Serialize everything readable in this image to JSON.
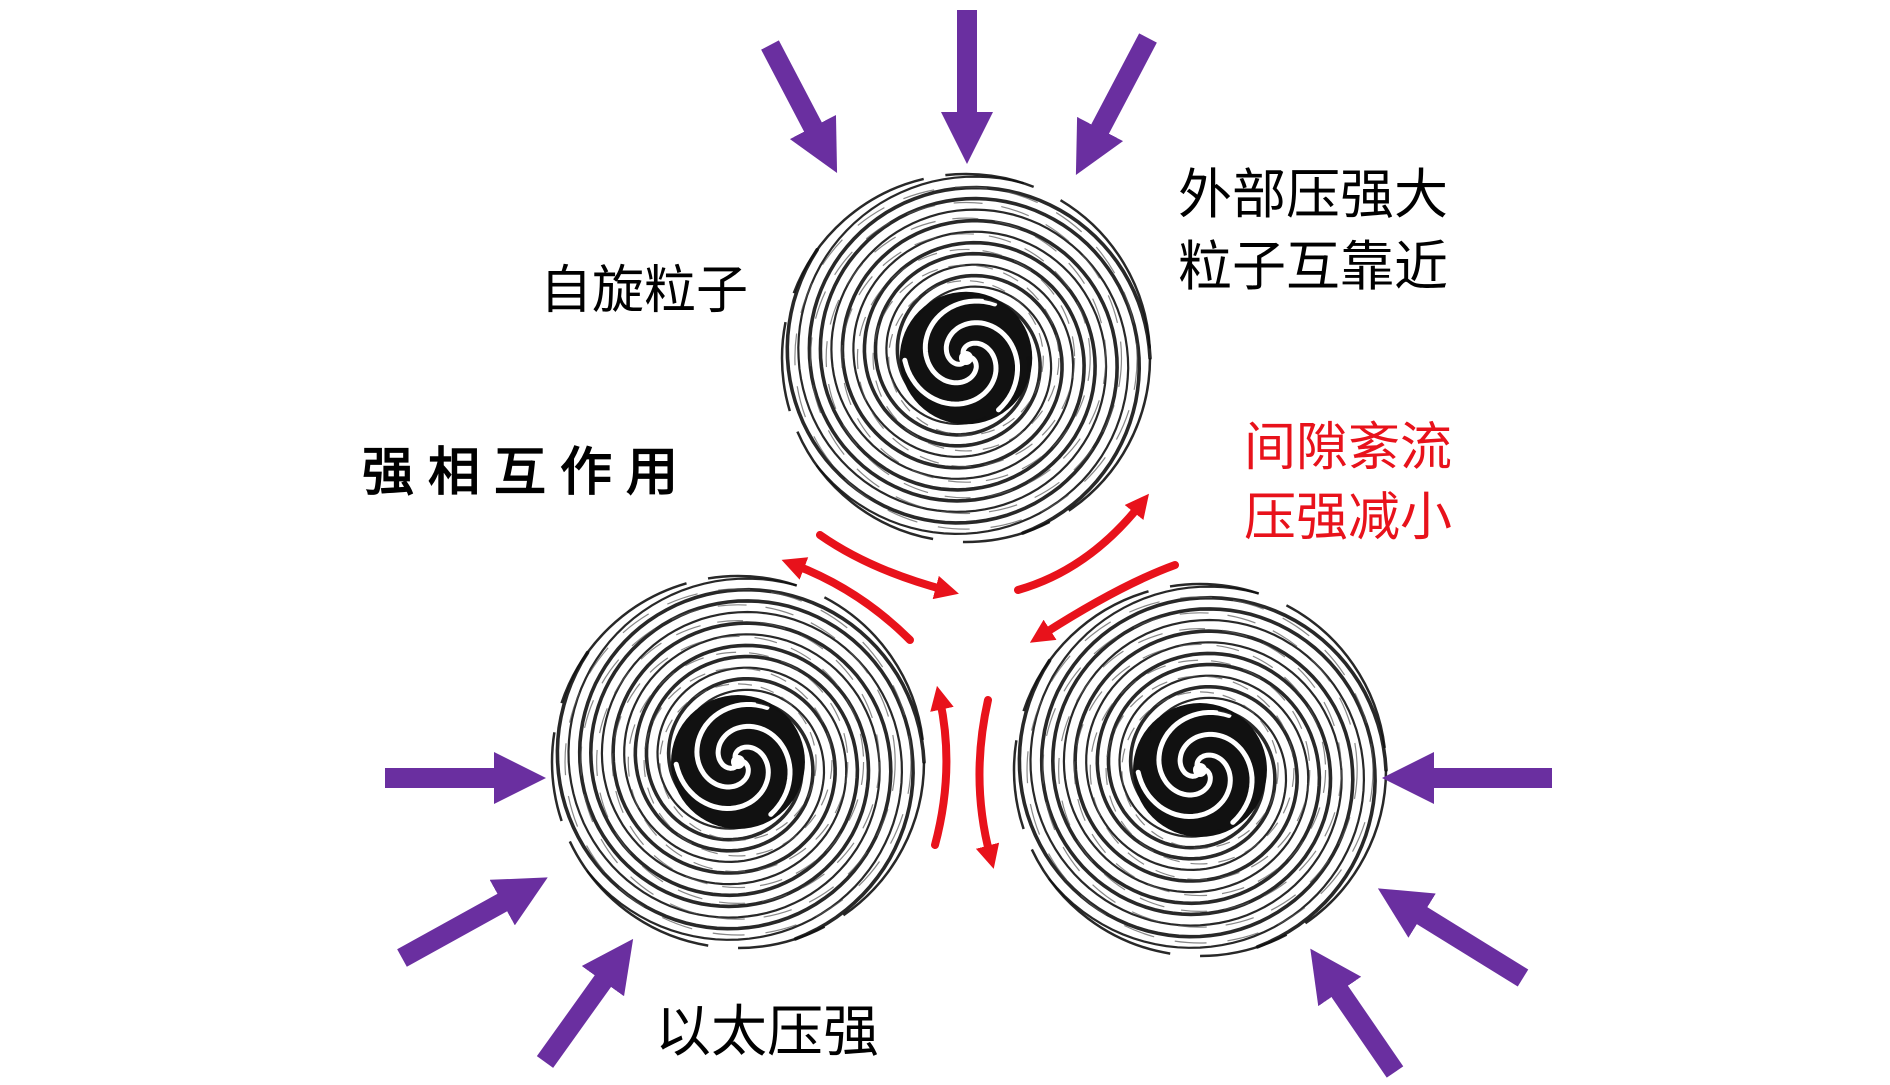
{
  "labels": {
    "spinning_particle": "自旋粒子",
    "external_pressure_line1": "外部压强大",
    "external_pressure_line2": "粒子互靠近",
    "strong_interaction": "强相互作用",
    "gap_turbulence_line1": "间隙紊流",
    "gap_turbulence_line2": "压强减小",
    "ether_pressure": "以太压强"
  },
  "colors": {
    "pressure_arrow": "#6a2fa0",
    "turbulence_arrow": "#e8121b",
    "gap_text": "#e8121b",
    "vortex": "#111111",
    "text": "#000000"
  },
  "icons": {
    "particle": "spiral-vortex-icon",
    "pressure": "arrow-icon",
    "turbulence": "curved-arrow-icon"
  }
}
